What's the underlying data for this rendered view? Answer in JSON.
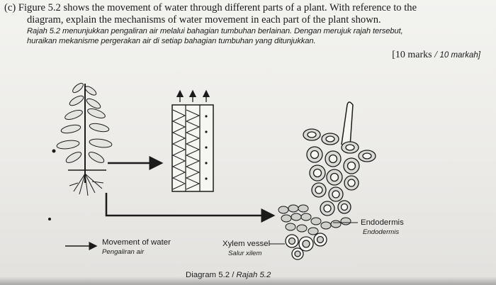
{
  "question": {
    "label": "(c)",
    "line1": "Figure 5.2 shows the movement of water through different parts of a plant. With reference to the",
    "line2": "diagram, explain the mechanisms of water movement in each part of the plant shown.",
    "malay_line1": "Rajah 5.2 menunjukkan pengaliran air melalui bahagian tumbuhan berlainan. Dengan merujuk rajah tersebut,",
    "malay_line2": "huraikan mekanisme pergerakan air di setiap bahagian tumbuhan yang ditunjukkan.",
    "marks_en": "[10 marks",
    "marks_sep": " / ",
    "marks_ms": "10 markah]"
  },
  "diagram": {
    "legend_label_en": "Movement of water",
    "legend_label_ms": "Pengaliran air",
    "xylem_label_en": "Xylem vessel",
    "xylem_label_ms": "Salur xilem",
    "endodermis_label_en": "Endodermis",
    "endodermis_label_ms": "Endodermis",
    "caption_en": "Diagram 5.2",
    "caption_sep": " / ",
    "caption_ms": "Rajah 5.2"
  },
  "colors": {
    "ink": "#1b1b1b",
    "paper": "#f1f1ee",
    "cell_fill": "#d9d9d6"
  }
}
